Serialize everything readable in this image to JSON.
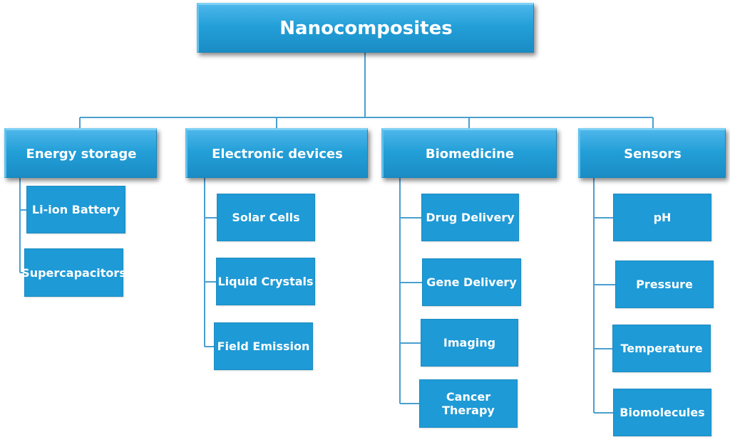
{
  "root": {
    "label": "Nanocomposites"
  },
  "categories": [
    {
      "label": "Energy storage",
      "items": [
        "Li-ion Battery",
        "Supercapacitors"
      ]
    },
    {
      "label": "Electronic devices",
      "items": [
        "Solar Cells",
        "Liquid Crystals",
        "Field Emission"
      ]
    },
    {
      "label": "Biomedicine",
      "items": [
        "Drug Delivery",
        "Gene Delivery",
        "Imaging",
        "Cancer Therapy"
      ]
    },
    {
      "label": "Sensors",
      "items": [
        "pH",
        "Pressure",
        "Temperature",
        "Biomolecules"
      ]
    }
  ],
  "colors": {
    "box": "#1e9ad6",
    "line": "#4a9fd0"
  }
}
